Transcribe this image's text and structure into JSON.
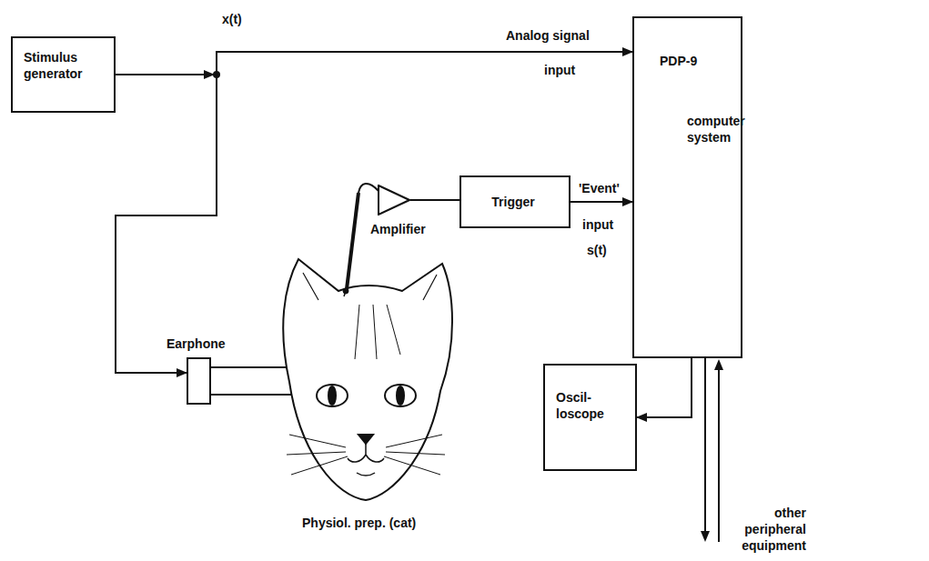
{
  "diagram": {
    "nodes": [
      {
        "text": [
          "Stimulus generator"
        ]
      },
      {
        "text": [
          "PDP-9",
          "computer system"
        ]
      },
      {
        "text": [
          "Amplifier"
        ]
      },
      {
        "text": [
          "Trigger"
        ]
      },
      {
        "text": [
          "Earphone"
        ]
      },
      {
        "text": [
          "Oscil- loscope"
        ]
      }
    ],
    "edges": [
      {
        "from": 0,
        "to": 1,
        "arrow": "to",
        "label": "x(t)"
      },
      {
        "from": 0,
        "to": 4,
        "arrow": "to"
      },
      {
        "from": 2,
        "to": 3,
        "arrow": "none"
      },
      {
        "from": 3,
        "to": 1,
        "arrow": "to"
      },
      {
        "from": 1,
        "to": 5,
        "arrow": "to"
      }
    ],
    "labels": [
      "Analog signal",
      "input",
      "'Event'",
      "input",
      "s(t)",
      "Physiol. prep. (cat)",
      "other peripheral equipment"
    ]
  }
}
